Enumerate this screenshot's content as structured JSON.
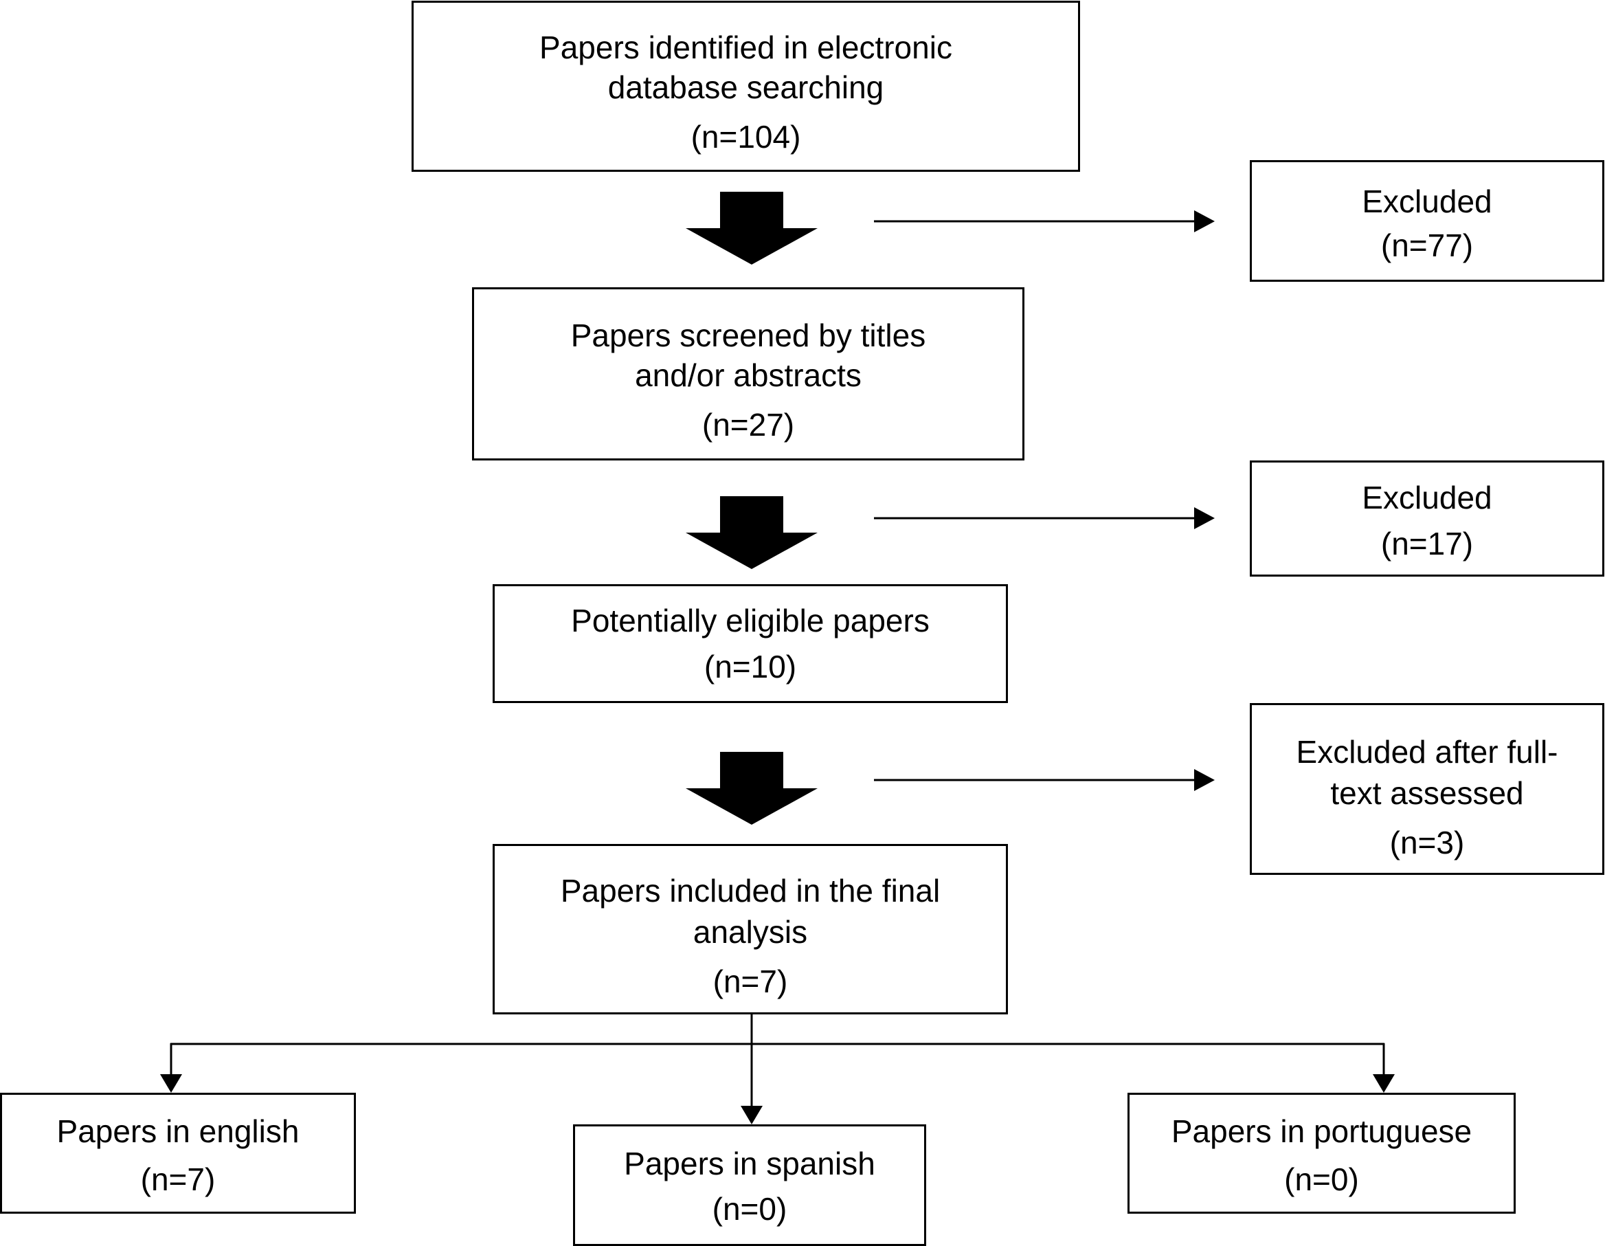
{
  "diagram": {
    "identified": {
      "text_line1": "Papers identified in electronic",
      "text_line2": "database searching",
      "count": "(n=104)"
    },
    "screened": {
      "text_line1": "Papers screened by titles",
      "text_line2": "and/or abstracts",
      "count": "(n=27)"
    },
    "eligible": {
      "text_line1": "Potentially eligible papers",
      "count": "(n=10)"
    },
    "included": {
      "text_line1": "Papers included in the final",
      "text_line2": "analysis",
      "count": "(n=7)"
    },
    "excluded_1": {
      "text_line1": "Excluded",
      "count": "(n=77)"
    },
    "excluded_2": {
      "text_line1": "Excluded",
      "count": "(n=17)"
    },
    "excluded_3": {
      "text_line1": "Excluded after full-",
      "text_line2": "text assessed",
      "count": "(n=3)"
    },
    "english": {
      "text_line1": "Papers in english",
      "count": "(n=7)"
    },
    "spanish": {
      "text_line1": "Papers in spanish",
      "count": "(n=0)"
    },
    "portuguese": {
      "text_line1": "Papers in portuguese",
      "count": "(n=0)"
    }
  },
  "colors": {
    "stroke": "#000000",
    "background": "#ffffff"
  }
}
